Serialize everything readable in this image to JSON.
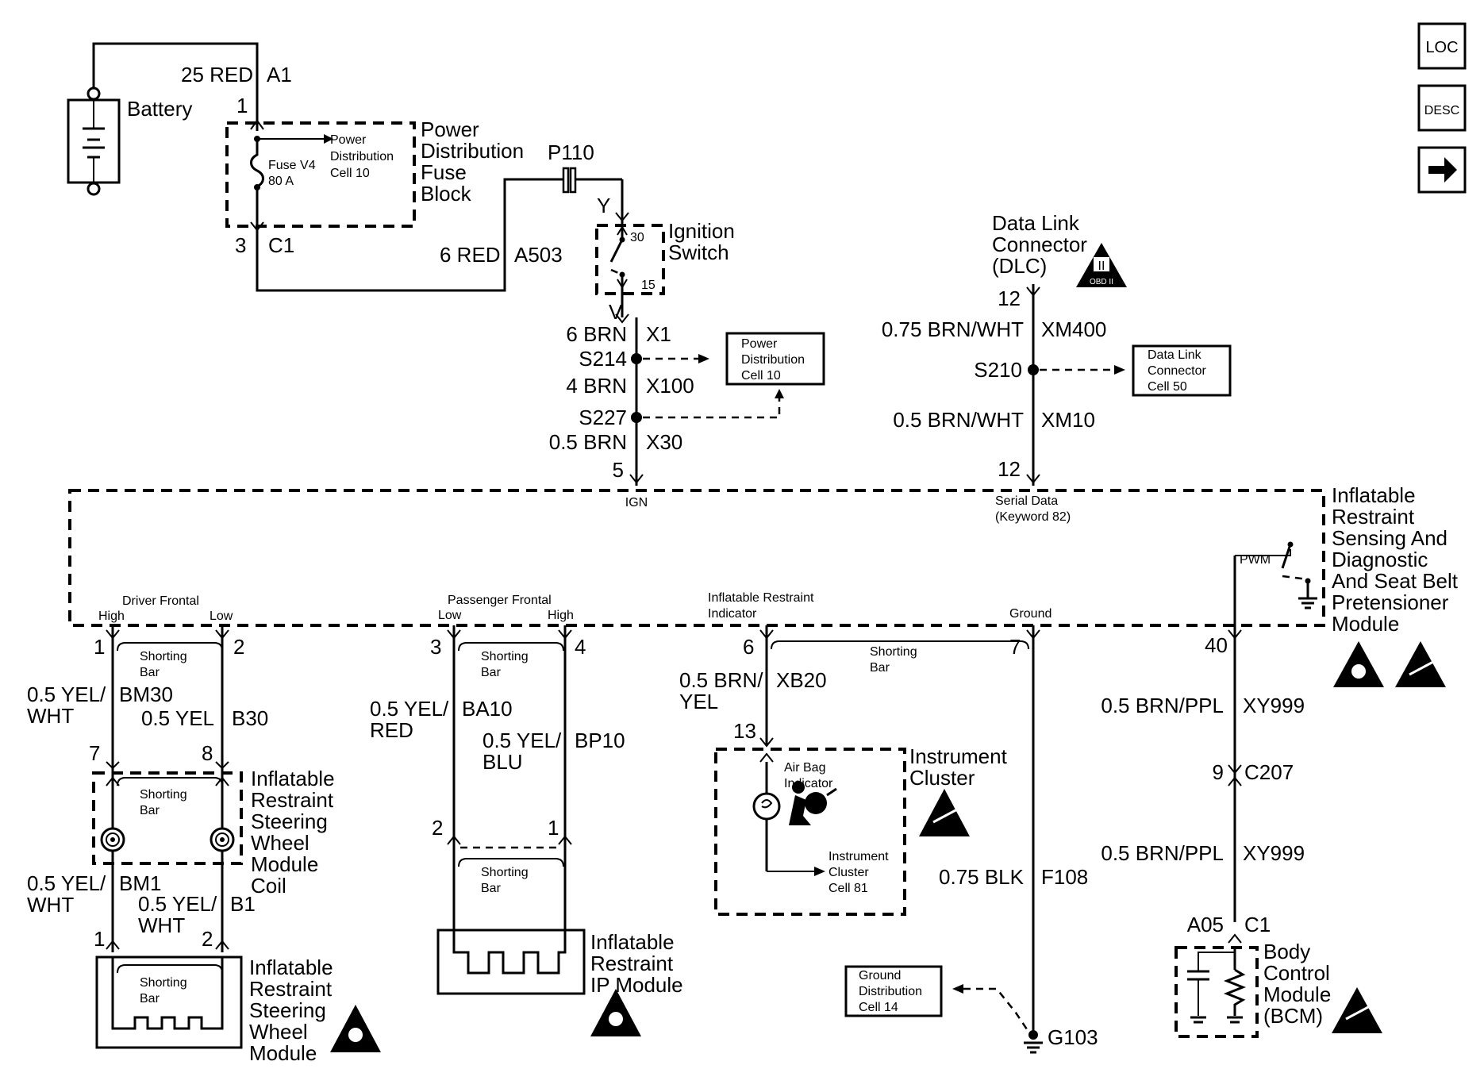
{
  "nav": {
    "loc_label": "LOC",
    "desc_label": "DESC",
    "next_icon": "right-arrow-icon"
  },
  "battery": {
    "label": "Battery"
  },
  "pdfb": {
    "name_lines": [
      "Power",
      "Distribution",
      "Fuse",
      "Block"
    ],
    "wire_in": "25 RED",
    "wire_in_circuit": "A1",
    "pin_in": "1",
    "pin_out": "3",
    "conn_out": "C1",
    "fuse_lines": [
      "Fuse V4",
      "80 A"
    ],
    "ref_lines": [
      "Power",
      "Distribution",
      "Cell 10"
    ]
  },
  "feed": {
    "wire": "6 RED",
    "circuit": "A503",
    "connector": "P110"
  },
  "ignition": {
    "name_lines": [
      "Ignition",
      "Switch"
    ],
    "term_in": "Y",
    "term_out": "V",
    "pos1": "30",
    "pos2": "15"
  },
  "ign_circuit": {
    "w1": "6 BRN",
    "c1": "X1",
    "s1": "S214",
    "w2": "4 BRN",
    "c2": "X100",
    "s2": "S227",
    "w3": "0.5 BRN",
    "c3": "X30",
    "pin": "5",
    "pin_name": "IGN",
    "ref_lines": [
      "Power",
      "Distribution",
      "Cell 10"
    ]
  },
  "dlc": {
    "name_lines": [
      "Data Link",
      "Connector",
      "(DLC)"
    ],
    "badge": "OBD II",
    "pin_top": "12",
    "w1": "0.75 BRN/WHT",
    "c1": "XM400",
    "splice": "S210",
    "w2": "0.5 BRN/WHT",
    "c2": "XM10",
    "pin_bottom": "12",
    "pin_name_lines": [
      "Serial Data",
      "(Keyword 82)"
    ],
    "ref_lines": [
      "Data Link",
      "Connector",
      "Cell 50"
    ]
  },
  "sdm": {
    "name_lines": [
      "Inflatable",
      "Restraint",
      "Sensing And",
      "Diagnostic",
      "And Seat Belt",
      "Pretensioner",
      "Module"
    ],
    "pwm": "PWM",
    "driver_label": "Driver Frontal",
    "passenger_label": "Passenger Frontal",
    "high": "High",
    "low": "Low",
    "indicator_lines": [
      "Inflatable Restraint",
      "Indicator"
    ],
    "ground": "Ground",
    "shorting_bar_lines": [
      "Shorting",
      "Bar"
    ]
  },
  "driver": {
    "pin_hi": "1",
    "pin_lo": "2",
    "w_hi_lines": [
      "0.5 YEL/",
      "WHT"
    ],
    "c_hi": "BM30",
    "w_lo": "0.5 YEL",
    "c_lo": "B30",
    "coil_pin_hi": "7",
    "coil_pin_lo": "8",
    "coil_lines": [
      "Inflatable",
      "Restraint",
      "Steering",
      "Wheel",
      "Module",
      "Coil"
    ],
    "w2_hi_lines": [
      "0.5 YEL/",
      "WHT"
    ],
    "c2_hi": "BM1",
    "w2_lo_lines": [
      "0.5 YEL/",
      "WHT"
    ],
    "c2_lo": "B1",
    "mod_pin_hi": "1",
    "mod_pin_lo": "2",
    "module_lines": [
      "Inflatable",
      "Restraint",
      "Steering",
      "Wheel",
      "Module"
    ]
  },
  "passenger": {
    "pin_lo": "3",
    "pin_hi": "4",
    "w_lo_lines": [
      "0.5 YEL/",
      "RED"
    ],
    "c_lo": "BA10",
    "w_hi_lines": [
      "0.5 YEL/",
      "BLU"
    ],
    "c_hi": "BP10",
    "mod_pin_lo": "2",
    "mod_pin_hi": "1",
    "module_lines": [
      "Inflatable",
      "Restraint",
      "IP Module"
    ]
  },
  "indicator": {
    "pin": "6",
    "w_lines": [
      "0.5 BRN/",
      "YEL"
    ],
    "c": "XB20",
    "ic_pin": "13",
    "bulb_lines": [
      "Air Bag",
      "Indicator"
    ],
    "ref_lines": [
      "Instrument",
      "Cluster",
      "Cell 81"
    ],
    "cluster_lines": [
      "Instrument",
      "Cluster"
    ]
  },
  "ground_ckt": {
    "pin": "7",
    "wire": "0.75 BLK",
    "circuit": "F108",
    "ground": "G103",
    "ref_lines": [
      "Ground",
      "Distribution",
      "Cell 14"
    ]
  },
  "bcm_ckt": {
    "pin": "40",
    "w1": "0.5 BRN/PPL",
    "c1": "XY999",
    "pin_mid": "9",
    "conn_mid": "C207",
    "w2": "0.5 BRN/PPL",
    "c2": "XY999",
    "pin_bcm": "A05",
    "conn_bcm": "C1",
    "bcm_lines": [
      "Body",
      "Control",
      "Module",
      "(BCM)"
    ]
  }
}
